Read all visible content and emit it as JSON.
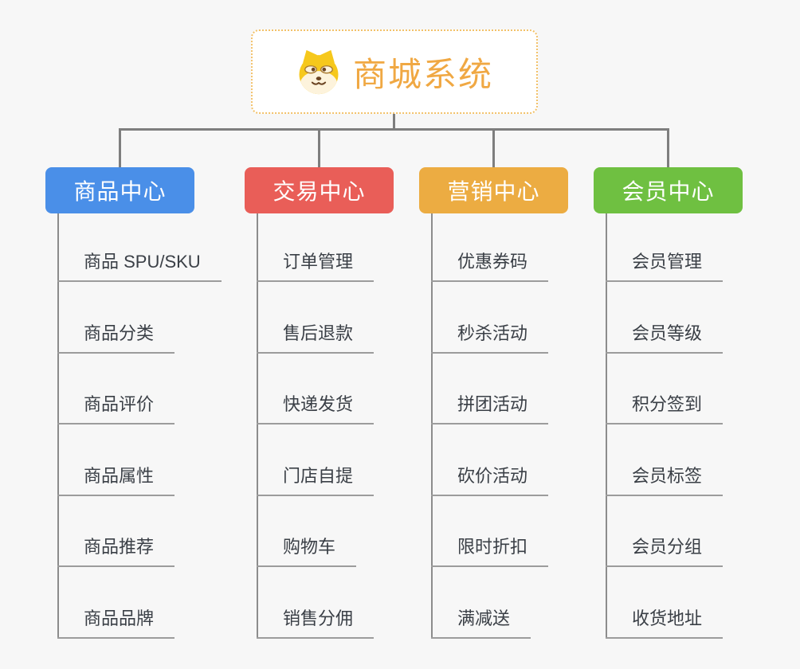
{
  "root": {
    "title": "商城系统",
    "title_color": "#f0a843",
    "border_color": "#f2c169",
    "icon": "doge-icon"
  },
  "branches": [
    {
      "label": "商品中心",
      "color": "#4a8fe8",
      "items": [
        "商品 SPU/SKU",
        "商品分类",
        "商品评价",
        "商品属性",
        "商品推荐",
        "商品品牌"
      ]
    },
    {
      "label": "交易中心",
      "color": "#e95e58",
      "items": [
        "订单管理",
        "售后退款",
        "快递发货",
        "门店自提",
        "购物车",
        "销售分佣"
      ]
    },
    {
      "label": "营销中心",
      "color": "#ecac42",
      "items": [
        "优惠券码",
        "秒杀活动",
        "拼团活动",
        "砍价活动",
        "限时折扣",
        "满减送"
      ]
    },
    {
      "label": "会员中心",
      "color": "#6fc041",
      "items": [
        "会员管理",
        "会员等级",
        "积分签到",
        "会员标签",
        "会员分组",
        "收货地址"
      ]
    }
  ],
  "line_colors": {
    "connector": "#7e7e7e",
    "spine": "#8c8c8c",
    "underline": "#9c9c9c"
  }
}
